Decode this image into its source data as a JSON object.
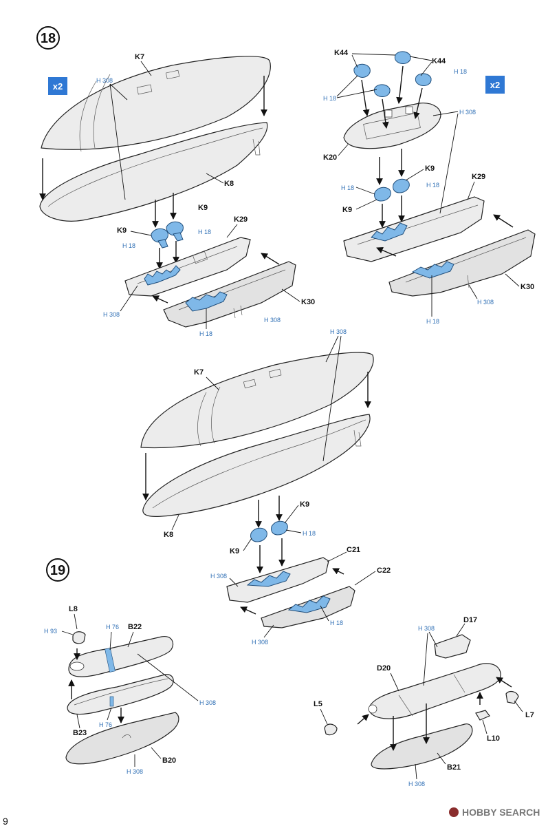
{
  "steps": [
    {
      "number": "18"
    },
    {
      "number": "19"
    }
  ],
  "multipliers": [
    "x2",
    "x2"
  ],
  "paint": {
    "prefix": "H",
    "colors": {
      "308": "308",
      "18": "18",
      "93": "93",
      "76": "76"
    }
  },
  "parts": {
    "K7": "K7",
    "K8": "K8",
    "K9": "K9",
    "K29": "K29",
    "K30": "K30",
    "K44": "K44",
    "K20": "K20",
    "C21": "C21",
    "C22": "C22",
    "L8": "L8",
    "B22": "B22",
    "B23": "B23",
    "B20": "B20",
    "D17": "D17",
    "D20": "D20",
    "L5": "L5",
    "L7": "L7",
    "L10": "L10",
    "B21": "B21"
  },
  "page_number": "9",
  "watermark": "HOBBY SEARCH",
  "colors": {
    "paint_blue": "#2f6fb5",
    "part_fill": "#ececec",
    "highlight_blue": "#7fb8e8",
    "badge_blue": "#2f78d4"
  }
}
